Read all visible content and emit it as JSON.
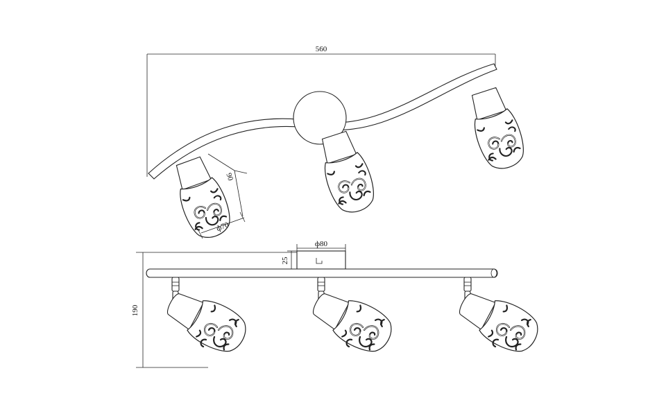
{
  "dimensions": {
    "overall_width": "560",
    "shade_length": "90",
    "shade_diameter": "ф70",
    "canopy_diameter": "ф80",
    "canopy_height": "25",
    "overall_height": "190"
  }
}
